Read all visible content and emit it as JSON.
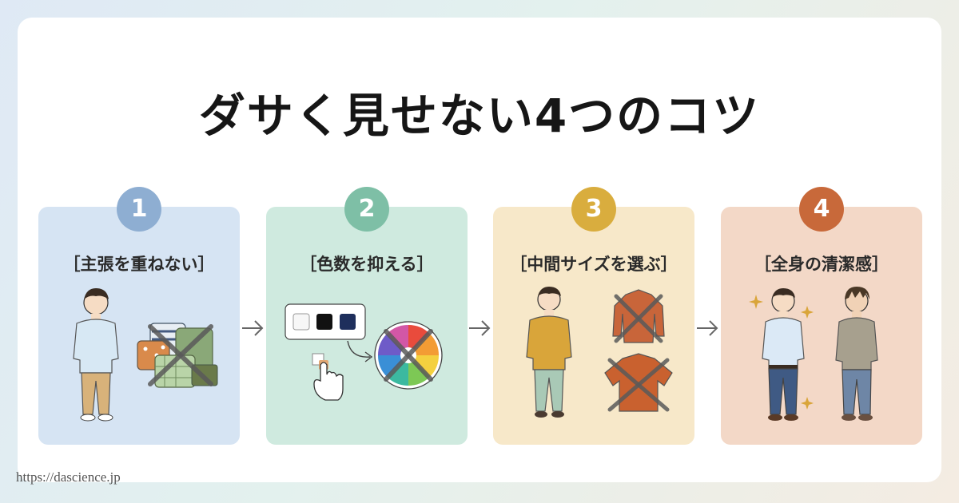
{
  "title": "ダサく見せない4つのコツ",
  "steps": [
    {
      "number": "1",
      "label": "［主張を重ねない］",
      "color": "#8eaed2"
    },
    {
      "number": "2",
      "label": "［色数を抑える］",
      "color": "#7ebfa6"
    },
    {
      "number": "3",
      "label": "［中間サイズを選ぶ］",
      "color": "#d9ad3e"
    },
    {
      "number": "4",
      "label": "［全身の清潔感］",
      "color": "#c8693a"
    }
  ],
  "footer": {
    "url": "https://dascience.jp"
  }
}
